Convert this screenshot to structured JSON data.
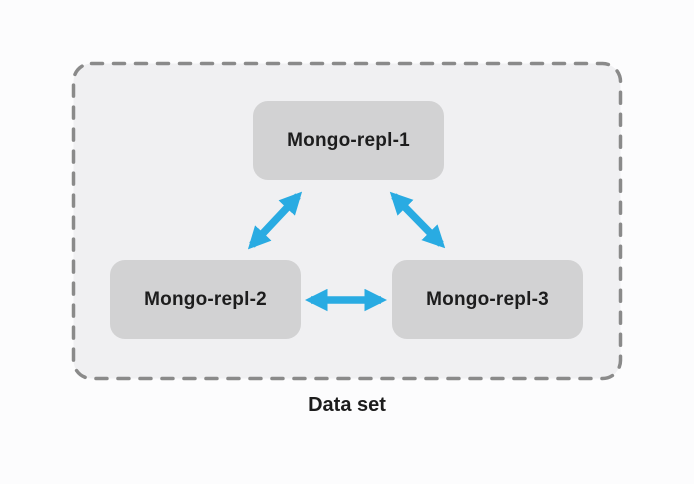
{
  "diagram": {
    "caption": "Data set",
    "nodes": [
      {
        "id": "mongo-repl-1",
        "label": "Mongo-repl-1"
      },
      {
        "id": "mongo-repl-2",
        "label": "Mongo-repl-2"
      },
      {
        "id": "mongo-repl-3",
        "label": "Mongo-repl-3"
      }
    ],
    "edges": [
      {
        "from": "mongo-repl-1",
        "to": "mongo-repl-2",
        "bidirectional": true
      },
      {
        "from": "mongo-repl-1",
        "to": "mongo-repl-3",
        "bidirectional": true
      },
      {
        "from": "mongo-repl-2",
        "to": "mongo-repl-3",
        "bidirectional": true
      }
    ],
    "colors": {
      "arrow": "#29abe2",
      "node_fill": "#d2d2d3",
      "panel_fill": "#f0f0f2",
      "dash_border": "#8a8a8a",
      "text": "#1d1d1d",
      "page_bg": "#fcfcfd"
    }
  }
}
